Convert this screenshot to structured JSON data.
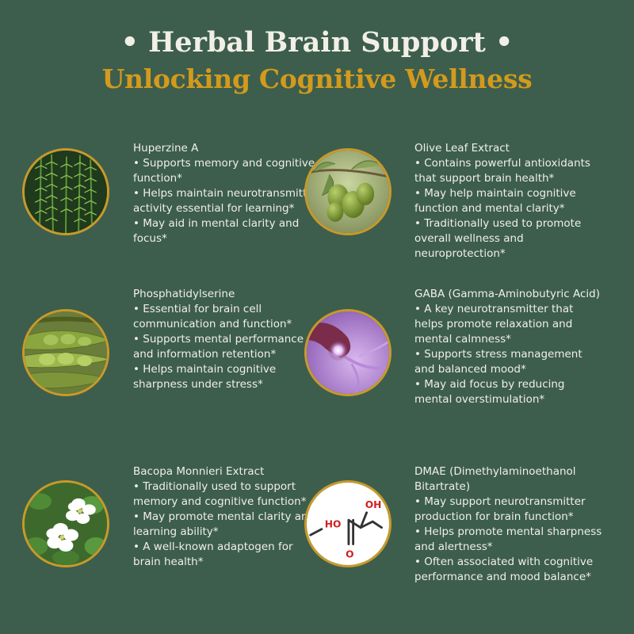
{
  "header": {
    "title": "• Herbal Brain Support •",
    "subtitle": "Unlocking Cognitive Wellness"
  },
  "ingredients": [
    {
      "name": "Huperzine A",
      "icon": "huperzine-plant-icon",
      "bullets": [
        "• Supports memory and cognitive function*",
        "• Helps maintain neurotransmitter activity essential for learning*",
        "• May aid in mental clarity and focus*"
      ]
    },
    {
      "name": "Olive Leaf Extract",
      "icon": "olive-icon",
      "bullets": [
        "• Contains powerful antioxidants that support brain health*",
        "• May help maintain cognitive function and mental clarity*",
        "• Traditionally used to promote overall wellness and neuroprotection*"
      ]
    },
    {
      "name": "Phosphatidylserine",
      "icon": "soybean-pod-icon",
      "bullets": [
        "• Essential for brain cell communication and function*",
        "• Supports mental performance and information retention*",
        "• Helps maintain cognitive sharpness under stress*"
      ]
    },
    {
      "name": "GABA (Gamma-Aminobutyric Acid)",
      "icon": "neuron-icon",
      "bullets": [
        "• A key neurotransmitter that helps promote relaxation and mental calmness*",
        "• Supports stress management and balanced mood*",
        "• May aid focus by reducing mental overstimulation*"
      ]
    },
    {
      "name": "Bacopa Monnieri Extract",
      "icon": "bacopa-flower-icon",
      "bullets": [
        "• Traditionally used to support memory and cognitive function*",
        "• May promote mental clarity and learning ability*",
        "• A well-known adaptogen for brain health*"
      ]
    },
    {
      "name": "DMAE (Dimethylaminoethanol Bitartrate)",
      "icon": "molecule-structure-icon",
      "molecule_labels": [
        "OH",
        "HO",
        "O"
      ],
      "bullets": [
        "• May support neurotransmitter production for brain function*",
        "• Helps promote mental sharpness and alertness*",
        "• Often associated with cognitive performance and mood balance*"
      ]
    }
  ]
}
